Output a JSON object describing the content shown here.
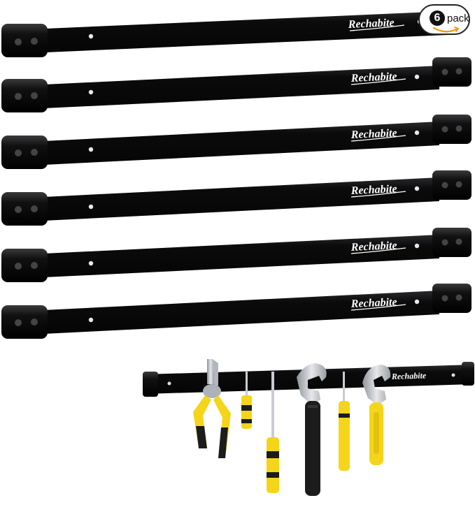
{
  "product": {
    "brand_text": "Rechabite",
    "badge": {
      "count": "6",
      "word": "pack"
    },
    "colors": {
      "bar": "#0b0b0c",
      "bar_highlight": "#2a2a2e",
      "tool_yellow": "#f4d51a",
      "tool_black": "#1c1c1c",
      "steel": "#c9ccd1",
      "amazon_orange": "#f39a1e"
    },
    "bar_count": 6,
    "hung_tools": [
      "pliers",
      "small-screwdriver",
      "long-screwdriver",
      "adjustable-wrench-large",
      "screwdriver-yellow",
      "adjustable-wrench-small"
    ]
  }
}
